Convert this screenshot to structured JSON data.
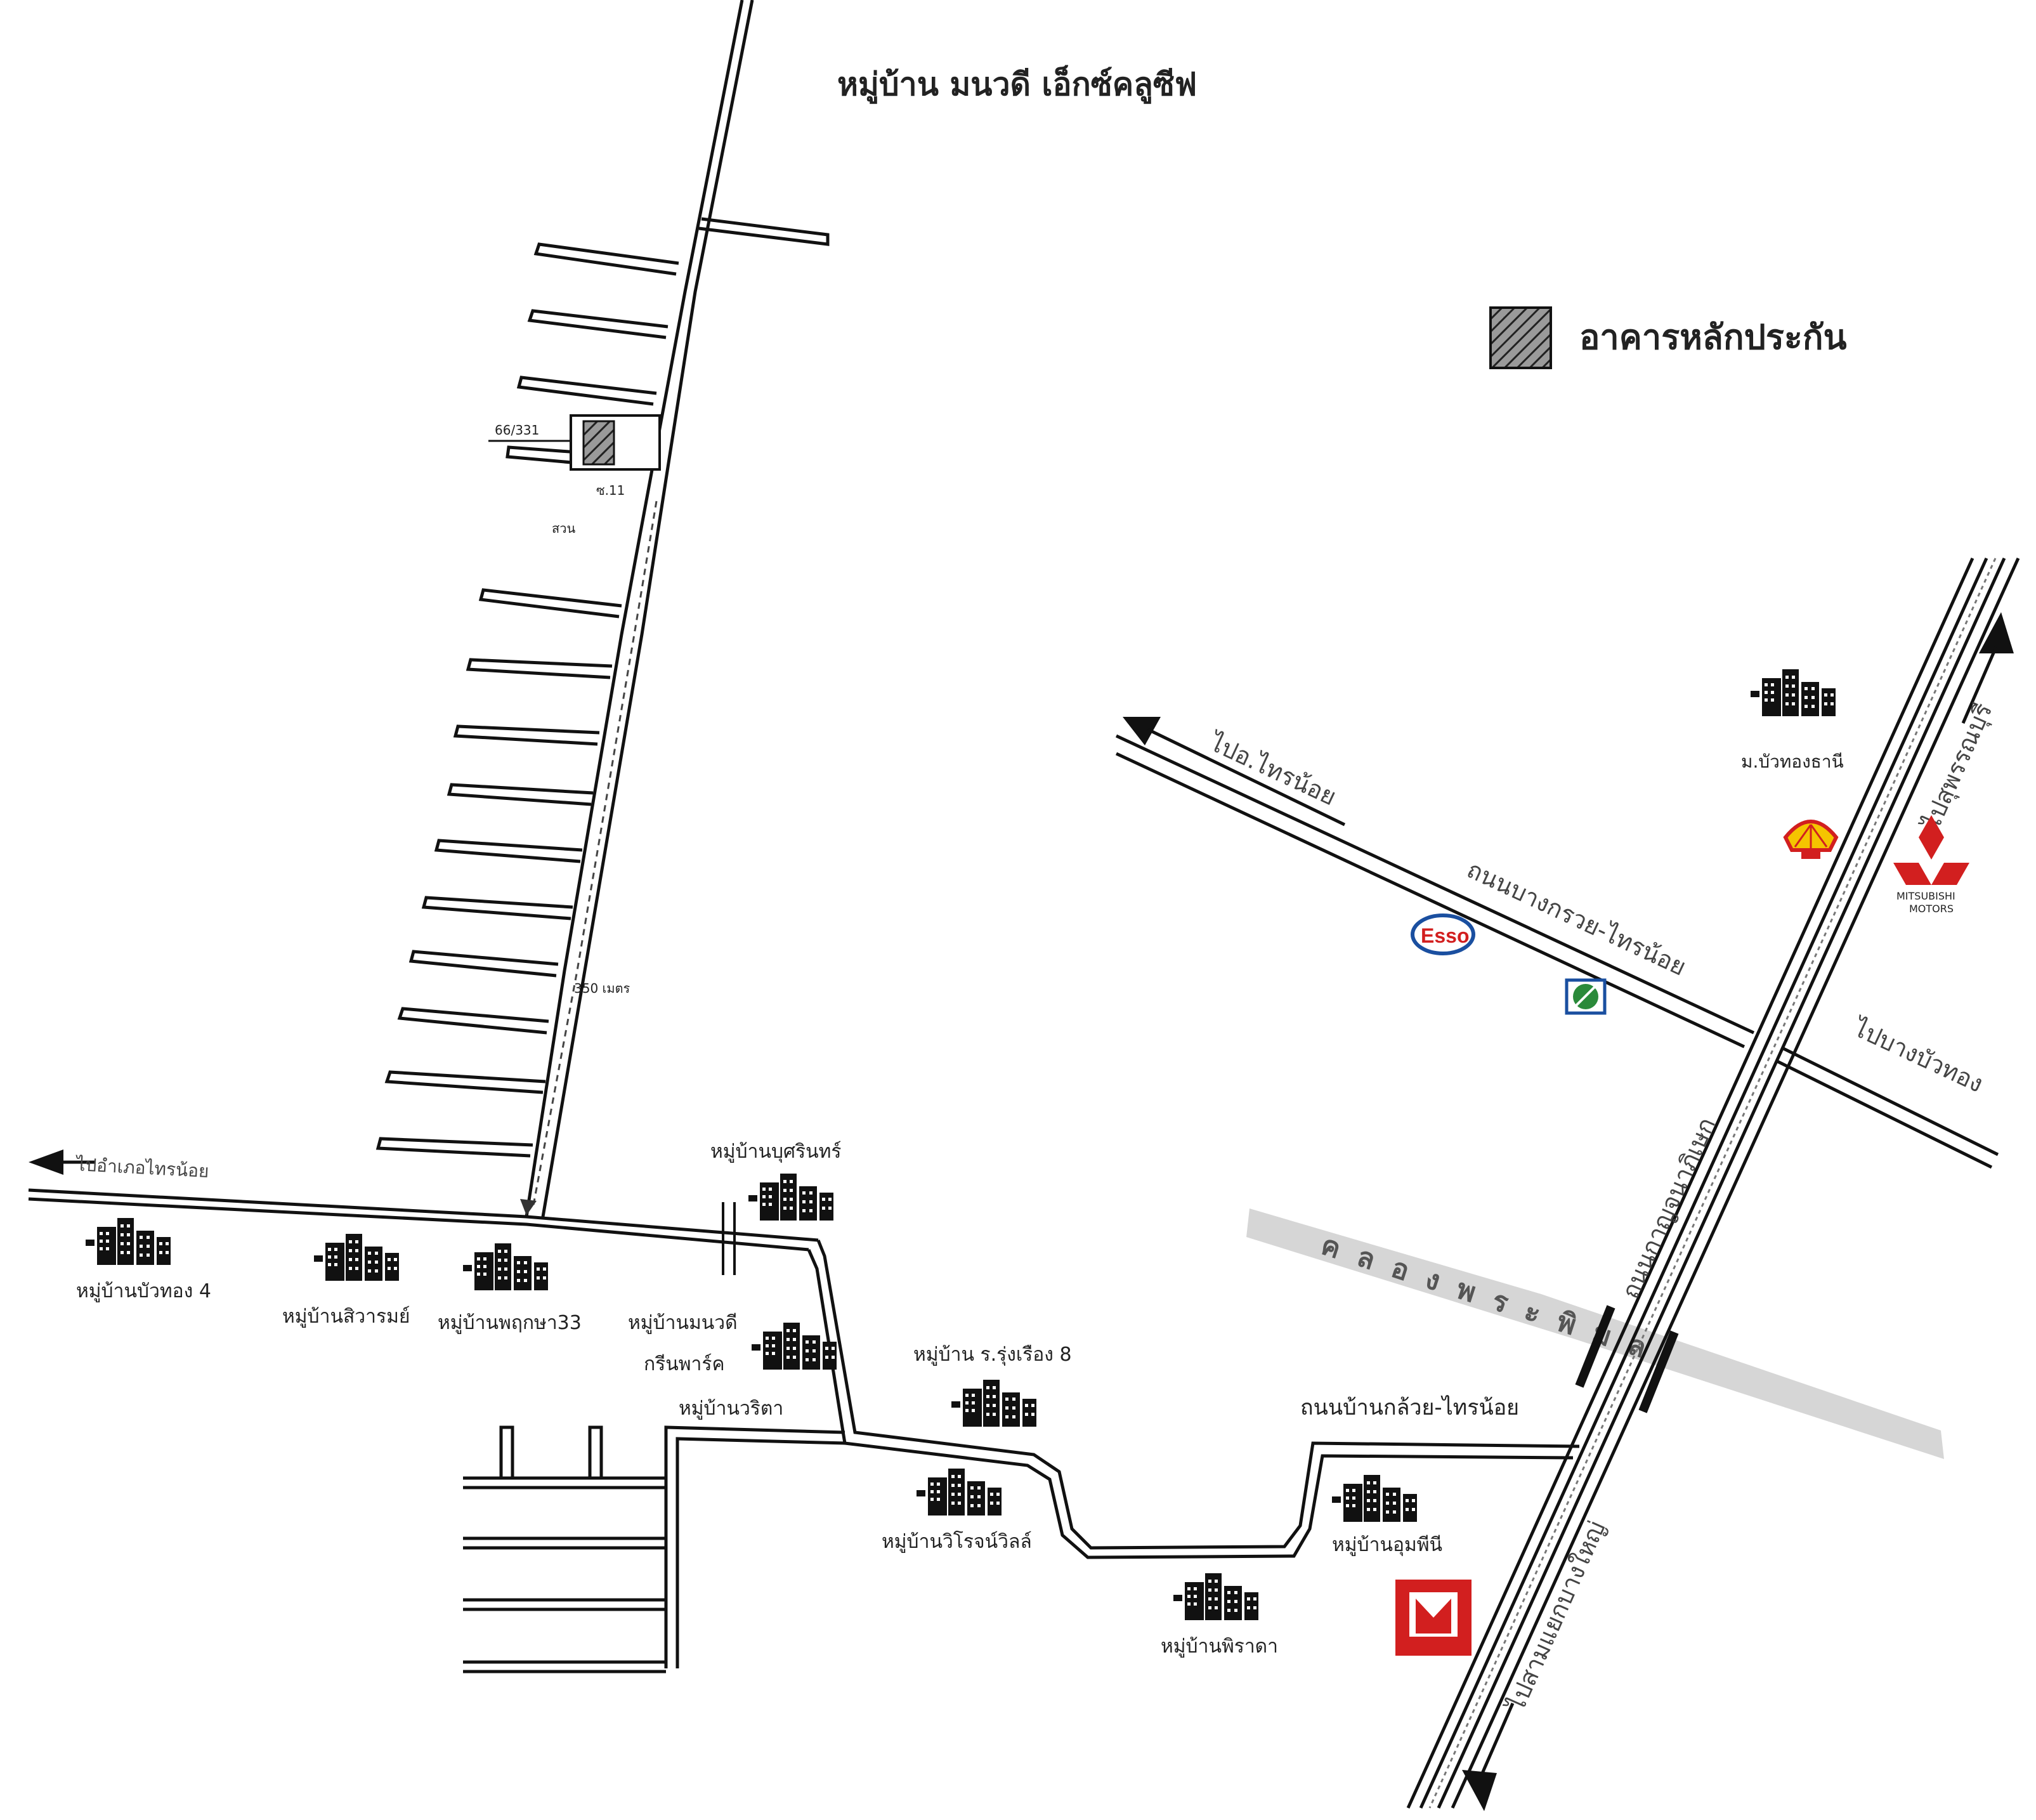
{
  "title": "หมู่บ้าน มนวดี เอ็กซ์คลูซีฟ",
  "legend": {
    "label": "อาคารหลักประกัน"
  },
  "property": {
    "house_no": "66/331",
    "soi": "ซ.11",
    "garden": "สวน",
    "distance": "350 เมตร"
  },
  "roads": {
    "to_sai_noi_left": "ไปอำเภอไทรน้อย",
    "to_sai_noi_top": "ไปอ.ไทรน้อย",
    "bang_kruai_sai_noi": "ถนนบางกรวย-ไทรน้อย",
    "to_suphan": "ไปสุพรรณบุรี",
    "to_bang_bua_thong": "ไปบางบัวทอง",
    "kanchanaphisek": "ถนนกาญจนาภิเษก",
    "ban_kluai_sai_noi": "ถนนบ้านกล้วย-ไทรน้อย",
    "to_bang_yai": "ไปสามแยกบางใหญ่"
  },
  "canal": "คลองพระพิมล",
  "villages": {
    "bua_thong_4": "หมู่บ้านบัวทอง 4",
    "siwarom": "หมู่บ้านสิวารมย์",
    "pruksa_33": "หมู่บ้านพฤกษา33",
    "monnawadee_green": "หมู่บ้านมนวดี",
    "green_park": "กรีนพาร์ค",
    "burin": "หมู่บ้านบุศรินทร์",
    "warita": "หมู่บ้านวริตา",
    "ruang_8": "หมู่บ้าน ร.รุ่งเรือง 8",
    "wiroj": "หมู่บ้านวิโรจน์วิลล์",
    "pirada": "หมู่บ้านพิราดา",
    "umpini": "หมู่บ้านอุมพีนี",
    "bua_thong_thani": "ม.บัวทองธานี"
  },
  "logos": {
    "esso": "Esso",
    "mitsubishi_1": "MITSUBISHI",
    "mitsubishi_2": "MOTORS"
  },
  "icons": [
    "building-icon",
    "shell-icon",
    "esso-icon",
    "mitsubishi-icon",
    "ptt-icon",
    "index-store-icon",
    "arrow-icon"
  ]
}
